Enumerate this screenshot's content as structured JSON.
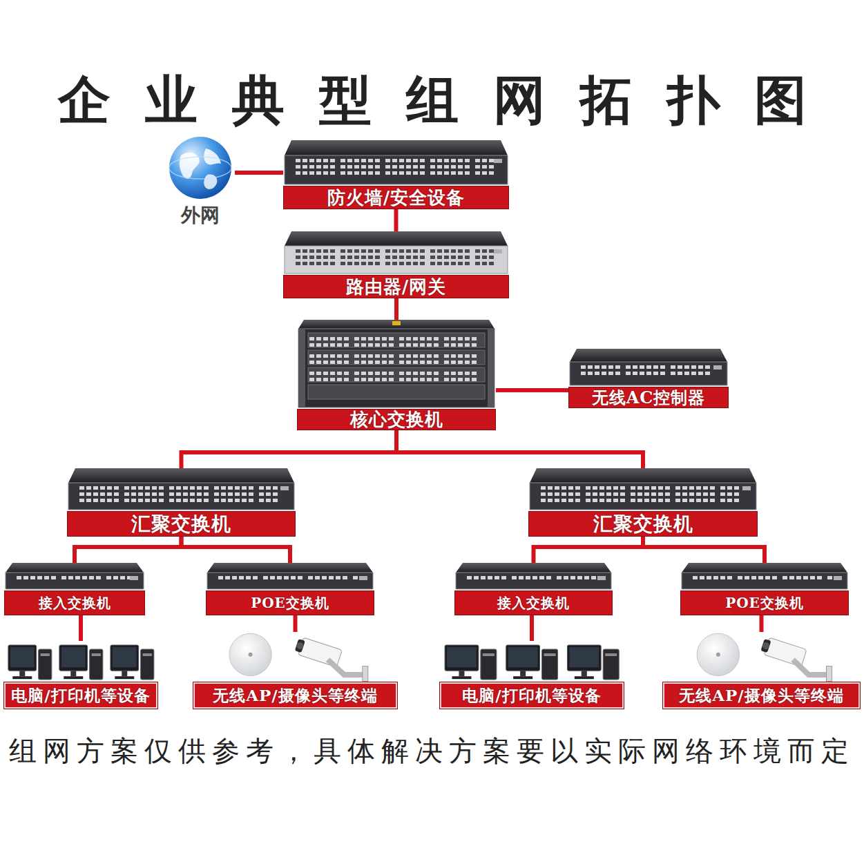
{
  "diagram": {
    "title": "企业典型组网拓扑图",
    "caption": "组网方案仅供参考，具体解决方案要以实际网络环境而定",
    "nodes": [
      {
        "text": [
          "外网"
        ]
      },
      {
        "text": [
          "防火墙/安全设备"
        ]
      },
      {
        "text": [
          "路由器/网关"
        ]
      },
      {
        "text": [
          "核心交换机"
        ]
      },
      {
        "text": [
          "无线AC控制器"
        ]
      },
      {
        "text": [
          "汇聚交换机"
        ]
      },
      {
        "text": [
          "汇聚交换机"
        ]
      },
      {
        "text": [
          "接入交换机"
        ]
      },
      {
        "text": [
          "POE交换机"
        ]
      },
      {
        "text": [
          "接入交换机"
        ]
      },
      {
        "text": [
          "POE交换机"
        ]
      },
      {
        "text": [
          "电脑/打印机等设备"
        ]
      },
      {
        "text": [
          "无线AP/摄像头等终端"
        ]
      },
      {
        "text": [
          "电脑/打印机等设备"
        ]
      },
      {
        "text": [
          "无线AP/摄像头等终端"
        ]
      }
    ],
    "edges": [
      {
        "from": 0,
        "to": 1,
        "arrow": "none"
      },
      {
        "from": 1,
        "to": 2,
        "arrow": "none"
      },
      {
        "from": 2,
        "to": 3,
        "arrow": "none"
      },
      {
        "from": 3,
        "to": 4,
        "arrow": "none"
      },
      {
        "from": 3,
        "to": 5,
        "arrow": "none"
      },
      {
        "from": 3,
        "to": 6,
        "arrow": "none"
      },
      {
        "from": 5,
        "to": 7,
        "arrow": "none"
      },
      {
        "from": 5,
        "to": 8,
        "arrow": "none"
      },
      {
        "from": 6,
        "to": 9,
        "arrow": "none"
      },
      {
        "from": 6,
        "to": 10,
        "arrow": "none"
      },
      {
        "from": 7,
        "to": 11,
        "arrow": "none"
      },
      {
        "from": 8,
        "to": 12,
        "arrow": "none"
      },
      {
        "from": 9,
        "to": 13,
        "arrow": "none"
      },
      {
        "from": 10,
        "to": 14,
        "arrow": "none"
      }
    ]
  }
}
